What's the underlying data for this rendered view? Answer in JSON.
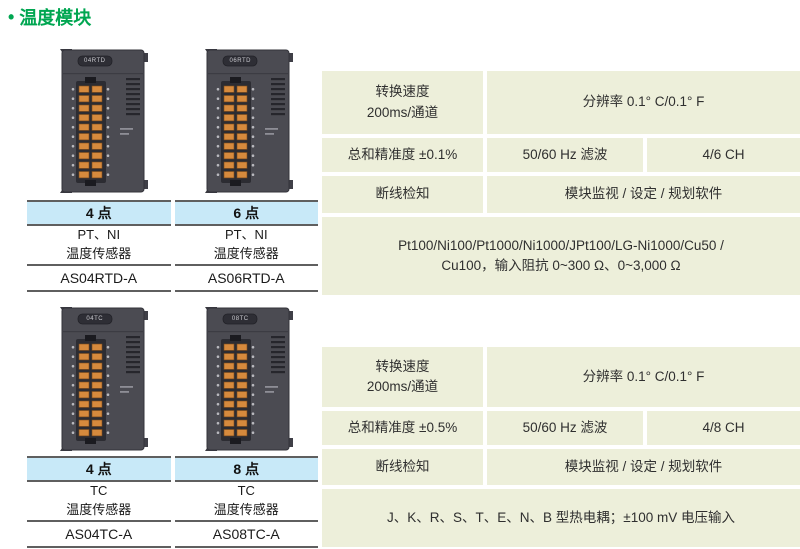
{
  "page": {
    "bullet": "•",
    "title": "温度模块"
  },
  "colors": {
    "accent_green": "#00A651",
    "header_blue": "#C8E9F8",
    "spec_cell_bg": "#EDEFDA",
    "module_body": "#4B4B52",
    "terminal_orange": "#D68A3D"
  },
  "rtd": {
    "modules": [
      {
        "device_label": "04RTD",
        "points": "4 点",
        "sensor1": "PT、NI",
        "sensor2": "温度传感器",
        "model": "AS04RTD-A"
      },
      {
        "device_label": "06RTD",
        "points": "6 点",
        "sensor1": "PT、NI",
        "sensor2": "温度传感器",
        "model": "AS06RTD-A"
      }
    ],
    "specs": {
      "speed1": "转换速度",
      "speed2": "200ms/通道",
      "resolution": "分辨率 0.1° C/0.1° F",
      "accuracy": "总和精准度 ±0.1%",
      "filter": "50/60 Hz 滤波",
      "channels": "4/6 CH",
      "break_detect": "断线检知",
      "software": "模块监视 / 设定 / 规划软件",
      "sensors1": "Pt100/Ni100/Pt1000/Ni1000/JPt100/LG-Ni1000/Cu50 /",
      "sensors2": "Cu100，输入阻抗 0~300 Ω、0~3,000 Ω"
    }
  },
  "tc": {
    "modules": [
      {
        "device_label": "04TC",
        "points": "4 点",
        "sensor1": "TC",
        "sensor2": "温度传感器",
        "model": "AS04TC-A"
      },
      {
        "device_label": "08TC",
        "points": "8 点",
        "sensor1": "TC",
        "sensor2": "温度传感器",
        "model": "AS08TC-A"
      }
    ],
    "specs": {
      "speed1": "转换速度",
      "speed2": "200ms/通道",
      "resolution": "分辨率 0.1° C/0.1° F",
      "accuracy": "总和精准度 ±0.5%",
      "filter": "50/60 Hz 滤波",
      "channels": "4/8 CH",
      "break_detect": "断线检知",
      "software": "模块监视 / 设定 / 规划软件",
      "sensors1": "J、K、R、S、T、E、N、B 型热电耦；±100 mV 电压输入"
    }
  }
}
